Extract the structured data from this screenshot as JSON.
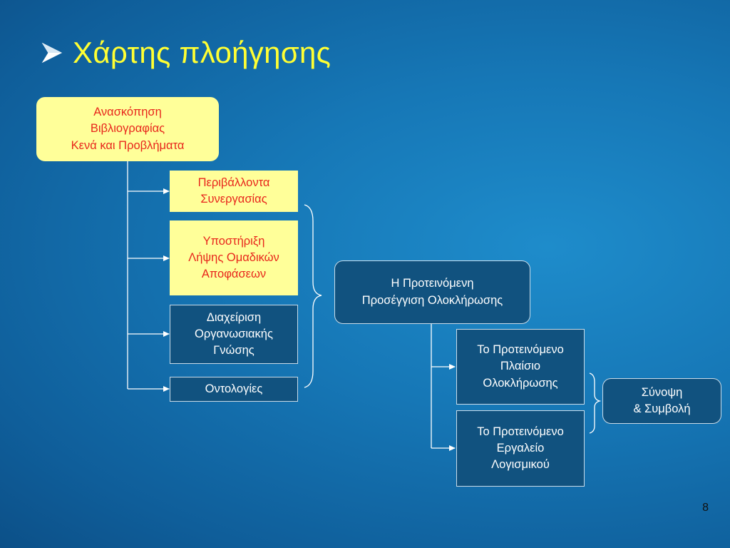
{
  "slide": {
    "title": "Χάρτης πλοήγησης",
    "bullet_icon": "arrowhead-bullet-icon",
    "page_number": "8"
  },
  "nodes": {
    "review": "Ανασκόπηση\nΒιβλιογραφίας\nΚενά και Προβλήματα",
    "collab": "Περιβάλλοντα\nΣυνεργασίας",
    "gdss": "Υποστήριξη\nΛήψης Ομαδικών\nΑποφάσεων",
    "km": "Διαχείριση\nΟργανωσιακής\nΓνώσης",
    "ontologies": "Οντολογίες",
    "approach": "Η Προτεινόμενη\nΠροσέγγιση Ολοκλήρωσης",
    "framework": "Το Προτεινόμενο\nΠλαίσιο\nΟλοκλήρωσης",
    "tool": "Το Προτεινόμενο\nΕργαλείο\nΛογισμικού",
    "summary": "Σύνοψη\n& Συμβολή"
  },
  "colors": {
    "title": "#ffff33",
    "highlight_fill": "#ffff99",
    "highlight_text": "#e8261c",
    "dark_fill": "#11527f",
    "connector": "#ffffff"
  }
}
